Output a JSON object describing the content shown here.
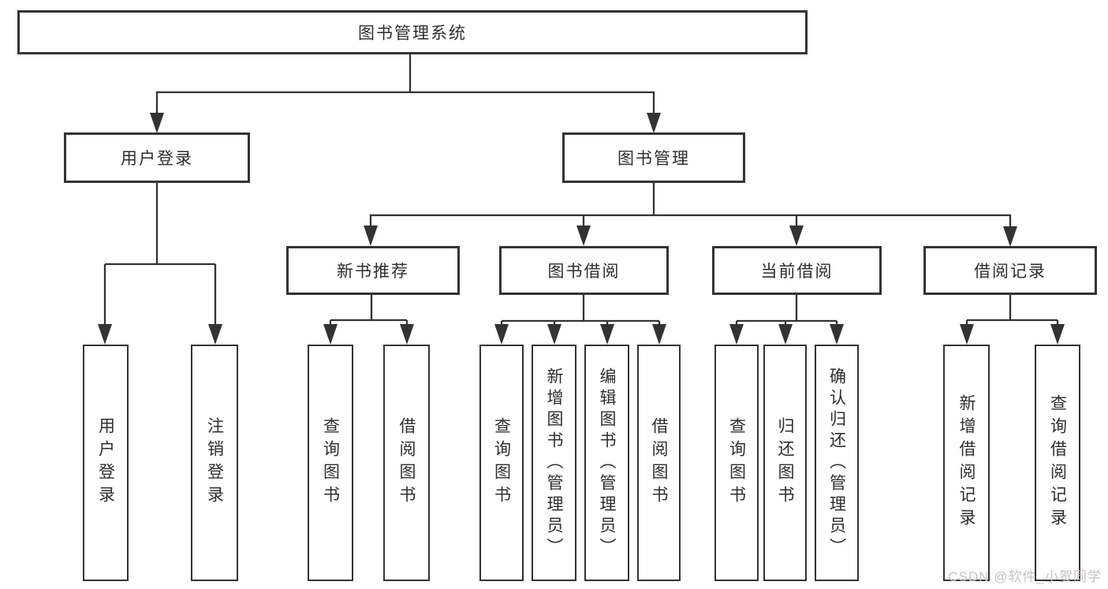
{
  "diagram": {
    "title": "图书管理系统",
    "level2": [
      {
        "label": "用户登录"
      },
      {
        "label": "图书管理"
      }
    ],
    "level3": [
      {
        "label": "新书推荐"
      },
      {
        "label": "图书借阅"
      },
      {
        "label": "当前借阅"
      },
      {
        "label": "借阅记录"
      }
    ],
    "leaves": [
      {
        "label": "用户登录",
        "parent": "用户登录"
      },
      {
        "label": "注销登录",
        "parent": "用户登录"
      },
      {
        "label": "查询图书",
        "parent": "新书推荐"
      },
      {
        "label": "借阅图书",
        "parent": "新书推荐"
      },
      {
        "label": "查询图书",
        "parent": "图书借阅"
      },
      {
        "label": "新增图书（管理员）",
        "parent": "图书借阅"
      },
      {
        "label": "编辑图书（管理员）",
        "parent": "图书借阅"
      },
      {
        "label": "借阅图书",
        "parent": "图书借阅"
      },
      {
        "label": "查询图书",
        "parent": "当前借阅"
      },
      {
        "label": "归还图书",
        "parent": "当前借阅"
      },
      {
        "label": "确认归还（管理员）",
        "parent": "当前借阅"
      },
      {
        "label": "新增借阅记录",
        "parent": "借阅记录"
      },
      {
        "label": "查询借阅记录",
        "parent": "借阅记录"
      }
    ],
    "colors": {
      "line": "#333333",
      "box_border": "#333333",
      "box_fill": "#ffffff",
      "text": "#2e2e2e"
    }
  },
  "watermark": {
    "text": "CSDN @软件_小贺同学",
    "color": "#c9c2c2"
  }
}
